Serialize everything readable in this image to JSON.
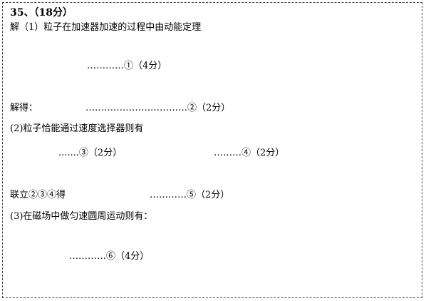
{
  "header": {
    "title": "35、（18分）"
  },
  "lines": {
    "intro": "解（1）粒子在加速器加速的过程中由动能定理",
    "eq1": "…………①（4分）",
    "solve_label": "解得：",
    "eq2": "……………………………②（2分）",
    "part2": "(2)粒子恰能通过速度选择器则有",
    "eq3": ".......③（2分）",
    "eq4": "………④（2分）",
    "combine": "联立②③④得",
    "eq5": "…………⑤（2分）",
    "part3": "(3)在磁场中做匀速圆周运动则有：",
    "eq6": "…………⑥（4分）"
  }
}
